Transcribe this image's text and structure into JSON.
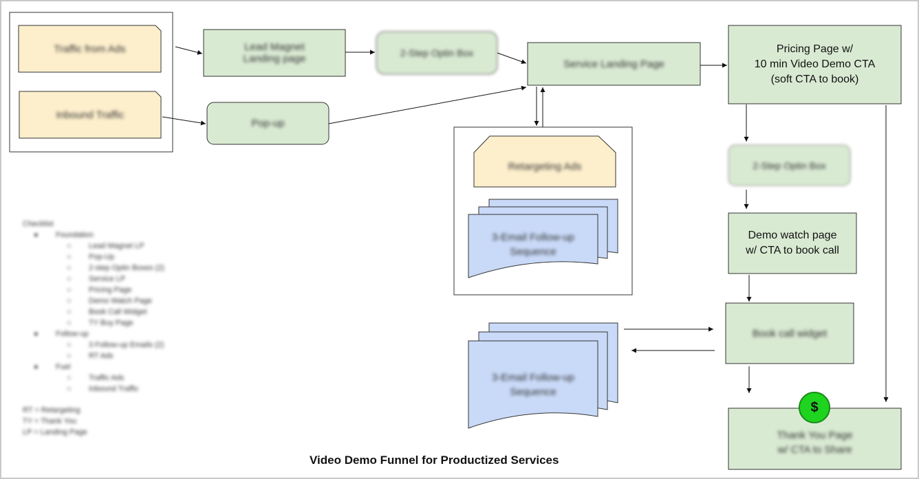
{
  "title": "Video Demo Funnel for Productized Services",
  "nodes": {
    "traffic_ads": "Traffic from Ads",
    "inbound_traffic": "Inbound Traffic",
    "lead_magnet_lp": "Lead Magnet\nLanding page",
    "popup": "Pop-up",
    "optin_box_1": "2-Step Optin Box",
    "service_lp": "Service Landing Page",
    "pricing_page": "Pricing Page w/\n10 min Video Demo CTA\n(soft CTA to book)",
    "optin_box_2": "2-Step Optin Box",
    "demo_watch": "Demo watch page\nw/ CTA to book call",
    "book_call": "Book call widget",
    "thank_you": "Thank You Page\nw/ CTA to Share",
    "retargeting_ads": "Retargeting Ads",
    "email_seq_1": "3-Email Follow-up\nSequence",
    "email_seq_2": "3-Email Follow-up\nSequence",
    "dollar": "$"
  },
  "checklist": {
    "heading": "Checklist",
    "items": [
      {
        "level": 1,
        "bullet": "●",
        "text": "Foundation"
      },
      {
        "level": 2,
        "bullet": "○",
        "text": "Lead Magnet LP"
      },
      {
        "level": 2,
        "bullet": "○",
        "text": "Pop-Up"
      },
      {
        "level": 2,
        "bullet": "○",
        "text": "2-step Optin Boxes (2)"
      },
      {
        "level": 2,
        "bullet": "○",
        "text": "Service LP"
      },
      {
        "level": 2,
        "bullet": "○",
        "text": "Pricing Page"
      },
      {
        "level": 2,
        "bullet": "○",
        "text": "Demo Watch Page"
      },
      {
        "level": 2,
        "bullet": "○",
        "text": "Book Call Widget"
      },
      {
        "level": 2,
        "bullet": "○",
        "text": "TY Buy Page"
      },
      {
        "level": 1,
        "bullet": "●",
        "text": "Follow-up"
      },
      {
        "level": 2,
        "bullet": "○",
        "text": "3 Follow-up Emails (2)"
      },
      {
        "level": 2,
        "bullet": "○",
        "text": "RT Ads"
      },
      {
        "level": 1,
        "bullet": "●",
        "text": "Fuel"
      },
      {
        "level": 2,
        "bullet": "○",
        "text": "Traffic Ads"
      },
      {
        "level": 2,
        "bullet": "○",
        "text": "Inbound Traffic"
      }
    ]
  },
  "legend": [
    "RT = Retargeting",
    "TY = Thank You",
    "LP = Landing Page"
  ],
  "colors": {
    "green_fill": "#d9ead3",
    "green_stroke": "#6a8f5e",
    "orange_fill": "#fdefcc",
    "blue_fill": "#c9daf8",
    "dollar_green": "#1fd41f"
  }
}
